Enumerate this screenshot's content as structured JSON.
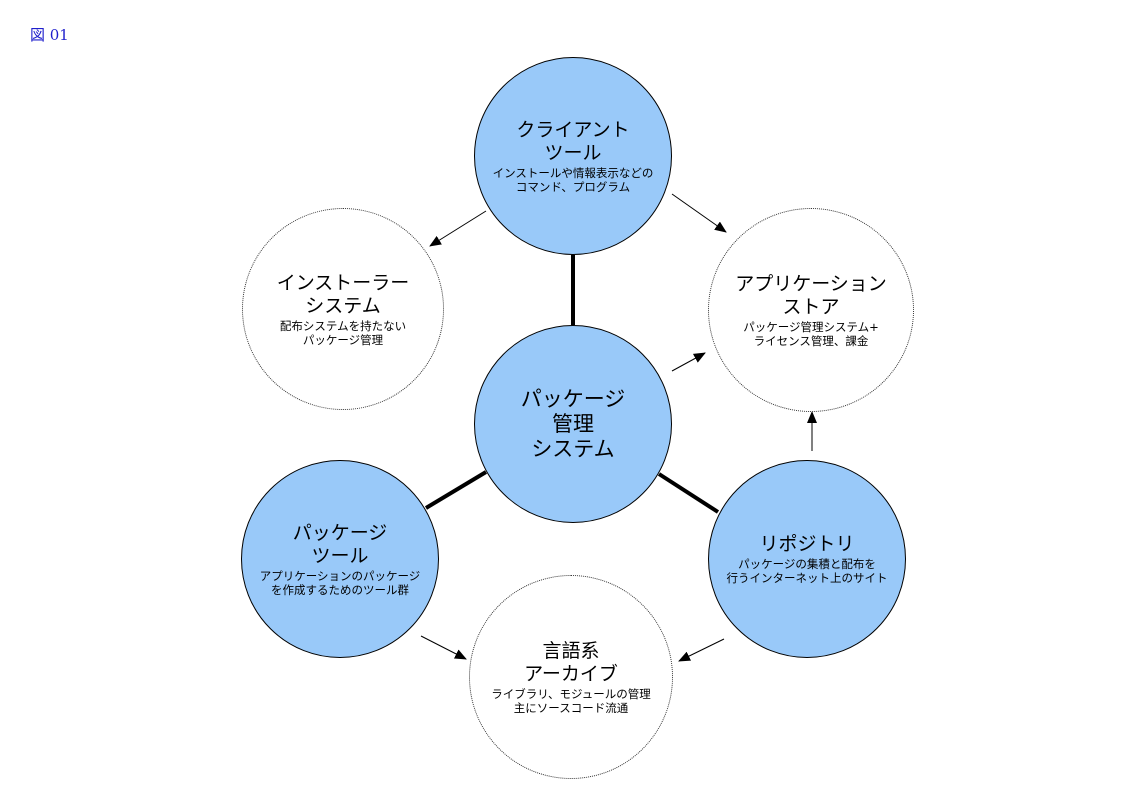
{
  "figure_label": "図 01",
  "nodes": {
    "client_tool": {
      "title": "クライアント\nツール",
      "sub": "インストールや情報表示などの\nコマンド、プログラム"
    },
    "installer": {
      "title": "インストーラー\nシステム",
      "sub": "配布システムを持たない\nパッケージ管理"
    },
    "app_store": {
      "title": "アプリケーション\nストア",
      "sub": "パッケージ管理システム+\nライセンス管理、課金"
    },
    "package_mgmt": {
      "title": "パッケージ\n管理\nシステム",
      "sub": ""
    },
    "package_tool": {
      "title": "パッケージ\nツール",
      "sub": "アプリケーションのパッケージ\nを作成するためのツール群"
    },
    "repository": {
      "title": "リポジトリ",
      "sub": "パッケージの集積と配布を\n行うインターネット上のサイト"
    },
    "lang_archive": {
      "title": "言語系\nアーカイブ",
      "sub": "ライブラリ、モジュールの管理\n主にソースコード流通"
    }
  },
  "colors": {
    "solid_fill": "#99c9f9",
    "outline": "#000000",
    "label": "#1f1fcc"
  }
}
